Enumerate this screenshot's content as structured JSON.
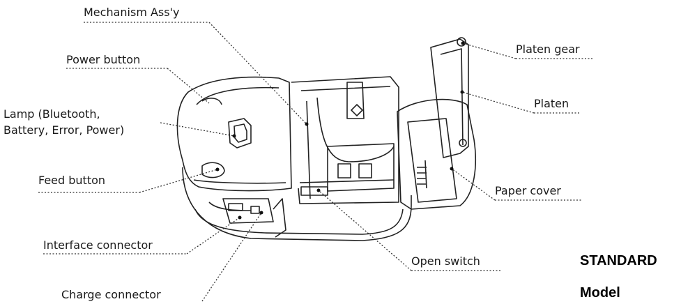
{
  "labels": {
    "mechanism": "Mechanism Ass'y",
    "power_button": "Power button",
    "lamp_line1": "Lamp (Bluetooth,",
    "lamp_line2": "Battery, Error, Power)",
    "feed_button": "Feed button",
    "interface_connector": "Interface connector",
    "charge_connector": "Charge connector",
    "platen_gear": "Platen gear",
    "platen": "Platen",
    "paper_cover": "Paper cover",
    "open_switch": "Open switch"
  },
  "side_text": {
    "line1": "STANDARD",
    "line2": "Model"
  }
}
